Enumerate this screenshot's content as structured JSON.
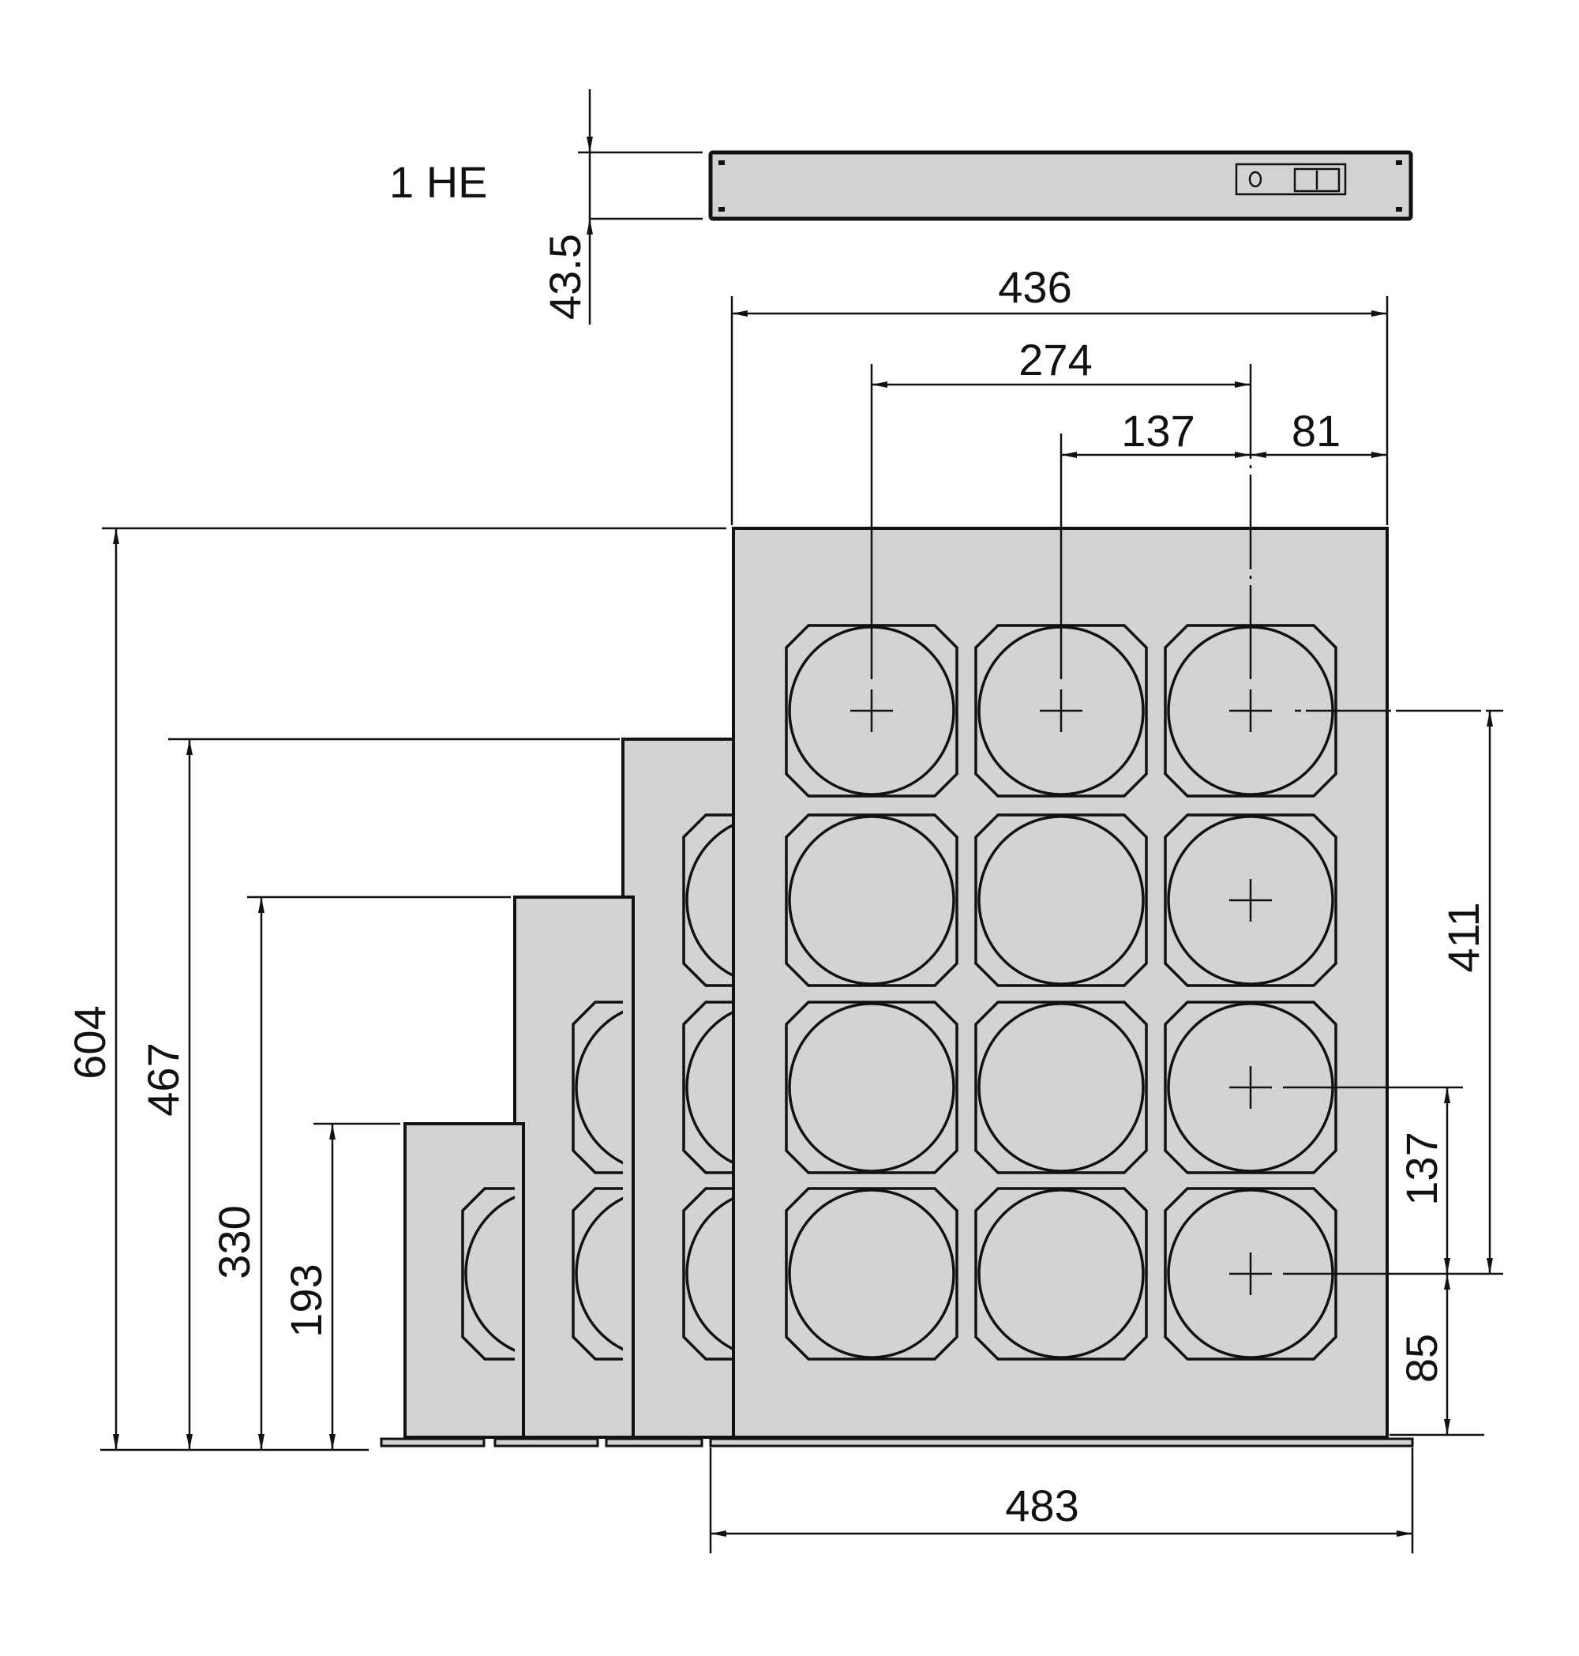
{
  "drawing": {
    "unit_label": "1 HE",
    "dimensions": {
      "unit_height": "43.5",
      "inner_width": "436",
      "hole_span": "274",
      "hole_pitch_h": "137",
      "edge_offset_h": "81",
      "height_604": "604",
      "height_467": "467",
      "height_330": "330",
      "height_193": "193",
      "hole_span_v": "411",
      "hole_pitch_v": "137",
      "bottom_offset": "85",
      "outer_width": "483"
    },
    "colors": {
      "panel_fill": "#d3d3d3",
      "line": "#111111"
    }
  }
}
